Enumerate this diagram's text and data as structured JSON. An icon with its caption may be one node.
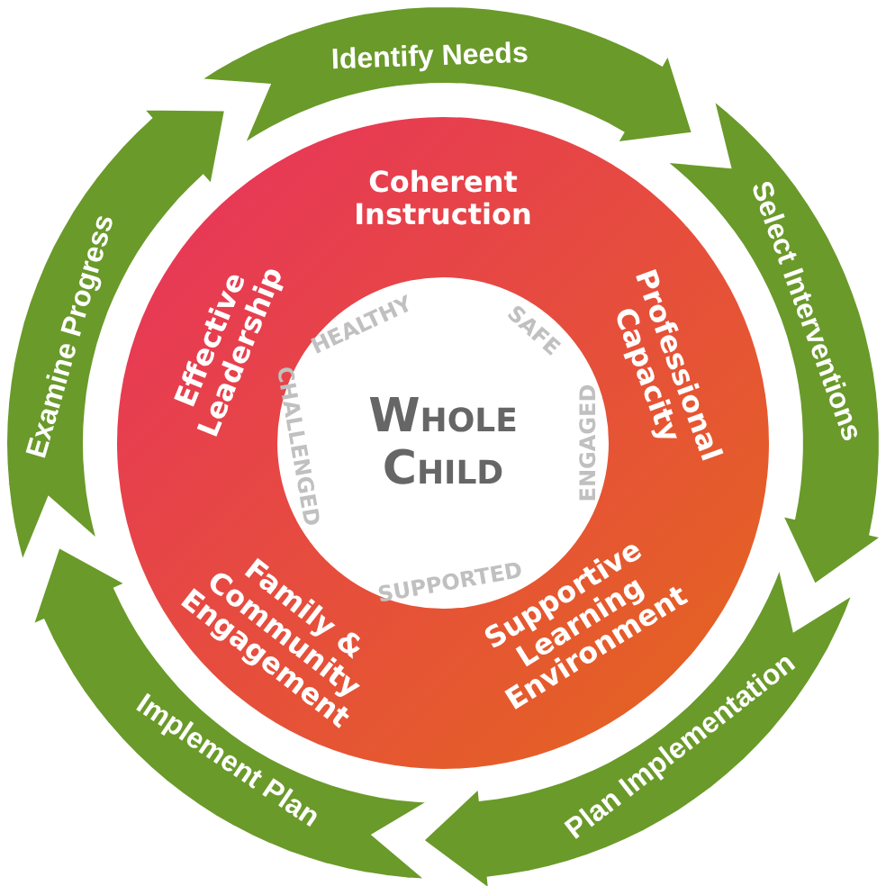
{
  "diagram": {
    "nodes": [
      {
        "text": [
          "Identify Needs"
        ]
      },
      {
        "text": [
          "Select Interventions"
        ]
      },
      {
        "text": [
          "Plan Implementation"
        ]
      },
      {
        "text": [
          "Implement Plan"
        ]
      },
      {
        "text": [
          "Examine Progress"
        ]
      },
      {
        "text": [
          "Coherent Instruction",
          "Professional Capacity",
          "Supportive Learning Environment",
          "Family & Community Engagement",
          "Effective Leadership"
        ]
      },
      {
        "text": [
          "Whole Child",
          "HEALTHY",
          "SAFE",
          "ENGAGED",
          "SUPPORTED",
          "CHALLENGED"
        ],
        "in": 5
      }
    ]
  }
}
